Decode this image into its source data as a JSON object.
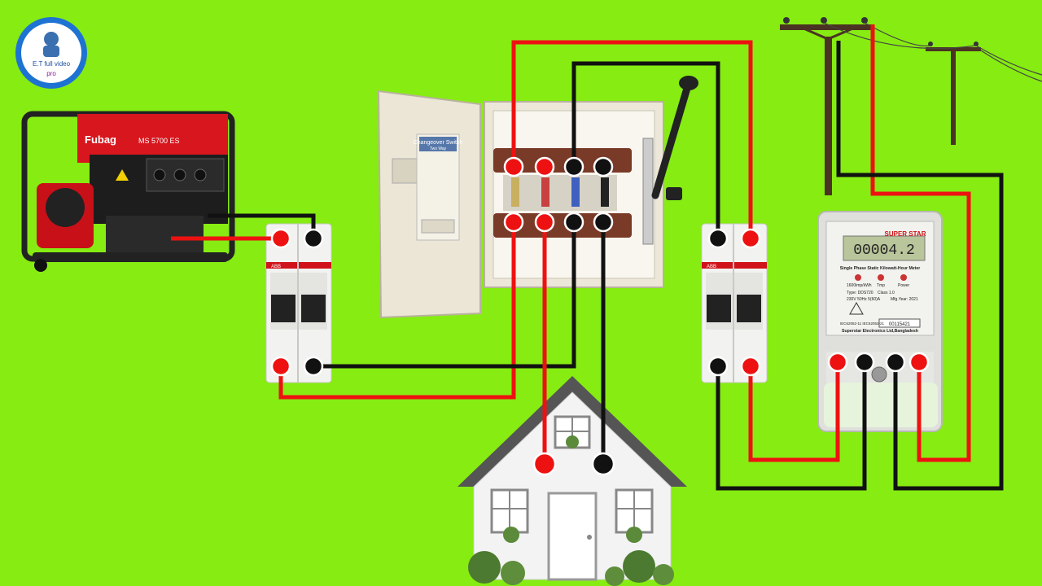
{
  "logo": {
    "line1": "E.T full video",
    "line2": "pro"
  },
  "generator": {
    "brand": "Fubag",
    "model": "MS 5700 ES"
  },
  "changeover_switch": {
    "title": "Changeover Switch",
    "subtitle": "Two Way"
  },
  "breakers": {
    "brand": "ABB"
  },
  "meter": {
    "brand": "SUPER STAR",
    "display": "00004.2",
    "title": "Single Phase Static Kilowatt-Hour Meter",
    "spec_left": "1600imp/kWh",
    "indicators": [
      "Tmp",
      "Power"
    ],
    "type": "Type: DDS720",
    "class": "Class 1.0",
    "rating": "230V 50Hz 5(60)A",
    "mfg_year": "Mfg.Year: 2021",
    "standards": "IEC62052-11  IEC62053-21",
    "serial": "00115421",
    "maker": "Superstar Electronics Ltd,Bangladesh"
  },
  "colors": {
    "background": "#86ec12",
    "live_wire": "#ee1111",
    "neutral_wire": "#111111"
  },
  "icons": [
    "generator-icon",
    "changeover-switch-icon",
    "mcb-icon",
    "energy-meter-icon",
    "utility-pole-icon",
    "house-icon"
  ]
}
